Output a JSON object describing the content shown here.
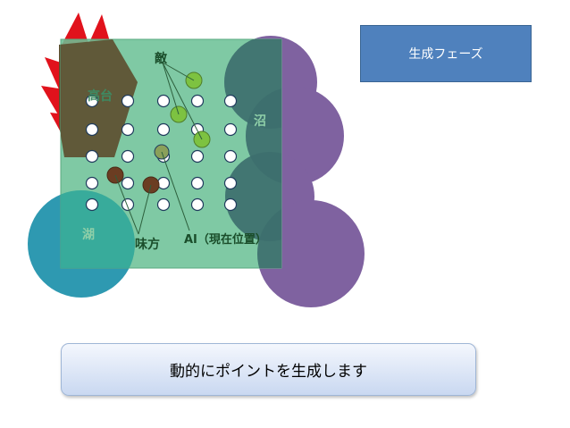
{
  "phase_label": "生成フェーズ",
  "caption": "動的にポイントを生成します",
  "labels": {
    "plateau": "高台",
    "marsh": "沼",
    "lake": "湖",
    "enemy": "敵",
    "ally": "味方",
    "ai": "AI（現在位置）"
  },
  "colors": {
    "plateau": "#5e4a2c",
    "spike": "#e1121c",
    "marsh": "#7f62a0",
    "lake": "#2e99b1",
    "field": "#6cc196",
    "enemy_dot": "#7dc241",
    "ally_dot": "#6b3d22",
    "phase_box": "#4f81bd",
    "label_text": "#1a4d2a"
  }
}
